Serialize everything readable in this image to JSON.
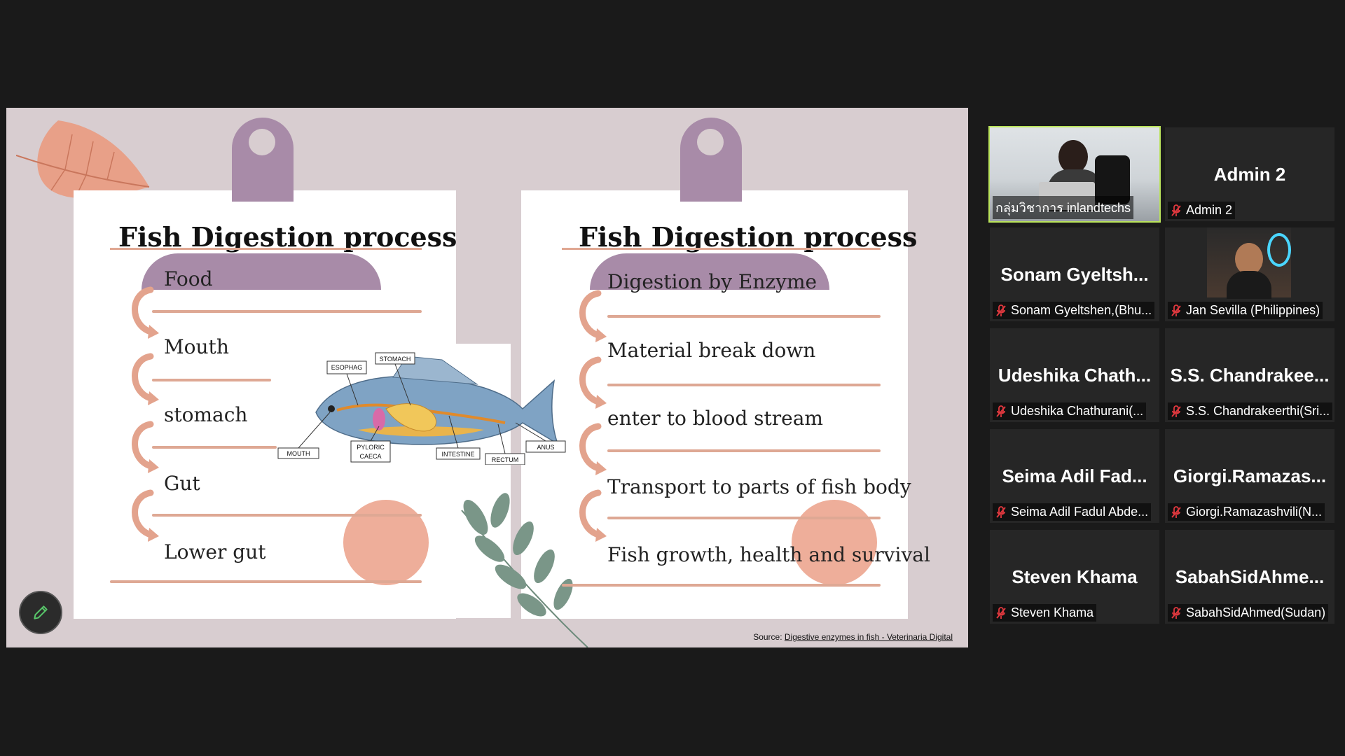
{
  "slide": {
    "left_title": "Fish Digestion process",
    "left_items": [
      "Food",
      "Mouth",
      "stomach",
      "Gut",
      "Lower gut"
    ],
    "right_title": "Fish Digestion process",
    "right_items": [
      "Digestion by Enzyme",
      "Material break down",
      "enter to blood stream",
      "Transport to parts of fish body",
      "Fish growth, health and survival"
    ],
    "fish_labels": {
      "esophag": "ESOPHAG",
      "stomach": "STOMACH",
      "mouth": "MOUTH",
      "pyloric": "PYLORIC",
      "caeca": "CAECA",
      "intestine": "INTESTINE",
      "rectum": "RECTUM",
      "anus": "ANUS"
    },
    "source_prefix": "Source: ",
    "source_link": "Digestive enzymes in fish - Veterinaria Digital"
  },
  "participants": [
    {
      "big": "",
      "label": "กลุ่มวิชาการ inlandtechs",
      "video": true,
      "muted": false
    },
    {
      "big": "Admin 2",
      "label": "Admin 2",
      "video": false,
      "muted": true
    },
    {
      "big": "Sonam  Gyeltsh...",
      "label": "Sonam Gyeltshen,(Bhu...",
      "video": false,
      "muted": true
    },
    {
      "big": "",
      "label": "Jan Sevilla (Philippines)",
      "video": true,
      "muted": true
    },
    {
      "big": "Udeshika  Chath...",
      "label": "Udeshika Chathurani(...",
      "video": false,
      "muted": true
    },
    {
      "big": "S.S.  Chandrakee...",
      "label": "S.S. Chandrakeerthi(Sri...",
      "video": false,
      "muted": true
    },
    {
      "big": "Seima  Adil  Fad...",
      "label": "Seima Adil Fadul Abde...",
      "video": false,
      "muted": true
    },
    {
      "big": "Giorgi.Ramazas...",
      "label": "Giorgi.Ramazashvili(N...",
      "video": false,
      "muted": true
    },
    {
      "big": "Steven Khama",
      "label": "Steven Khama",
      "video": false,
      "muted": true
    },
    {
      "big": "SabahSidAhme...",
      "label": "SabahSidAhmed(Sudan)",
      "video": false,
      "muted": true
    }
  ],
  "colors": {
    "accent_rule": "#dea894",
    "clip": "#a88ba8",
    "active_speaker": "#b9e35a",
    "muted_icon": "#e0383e"
  },
  "icons": {
    "annotate": "pencil-icon",
    "muted": "mic-muted-icon"
  }
}
